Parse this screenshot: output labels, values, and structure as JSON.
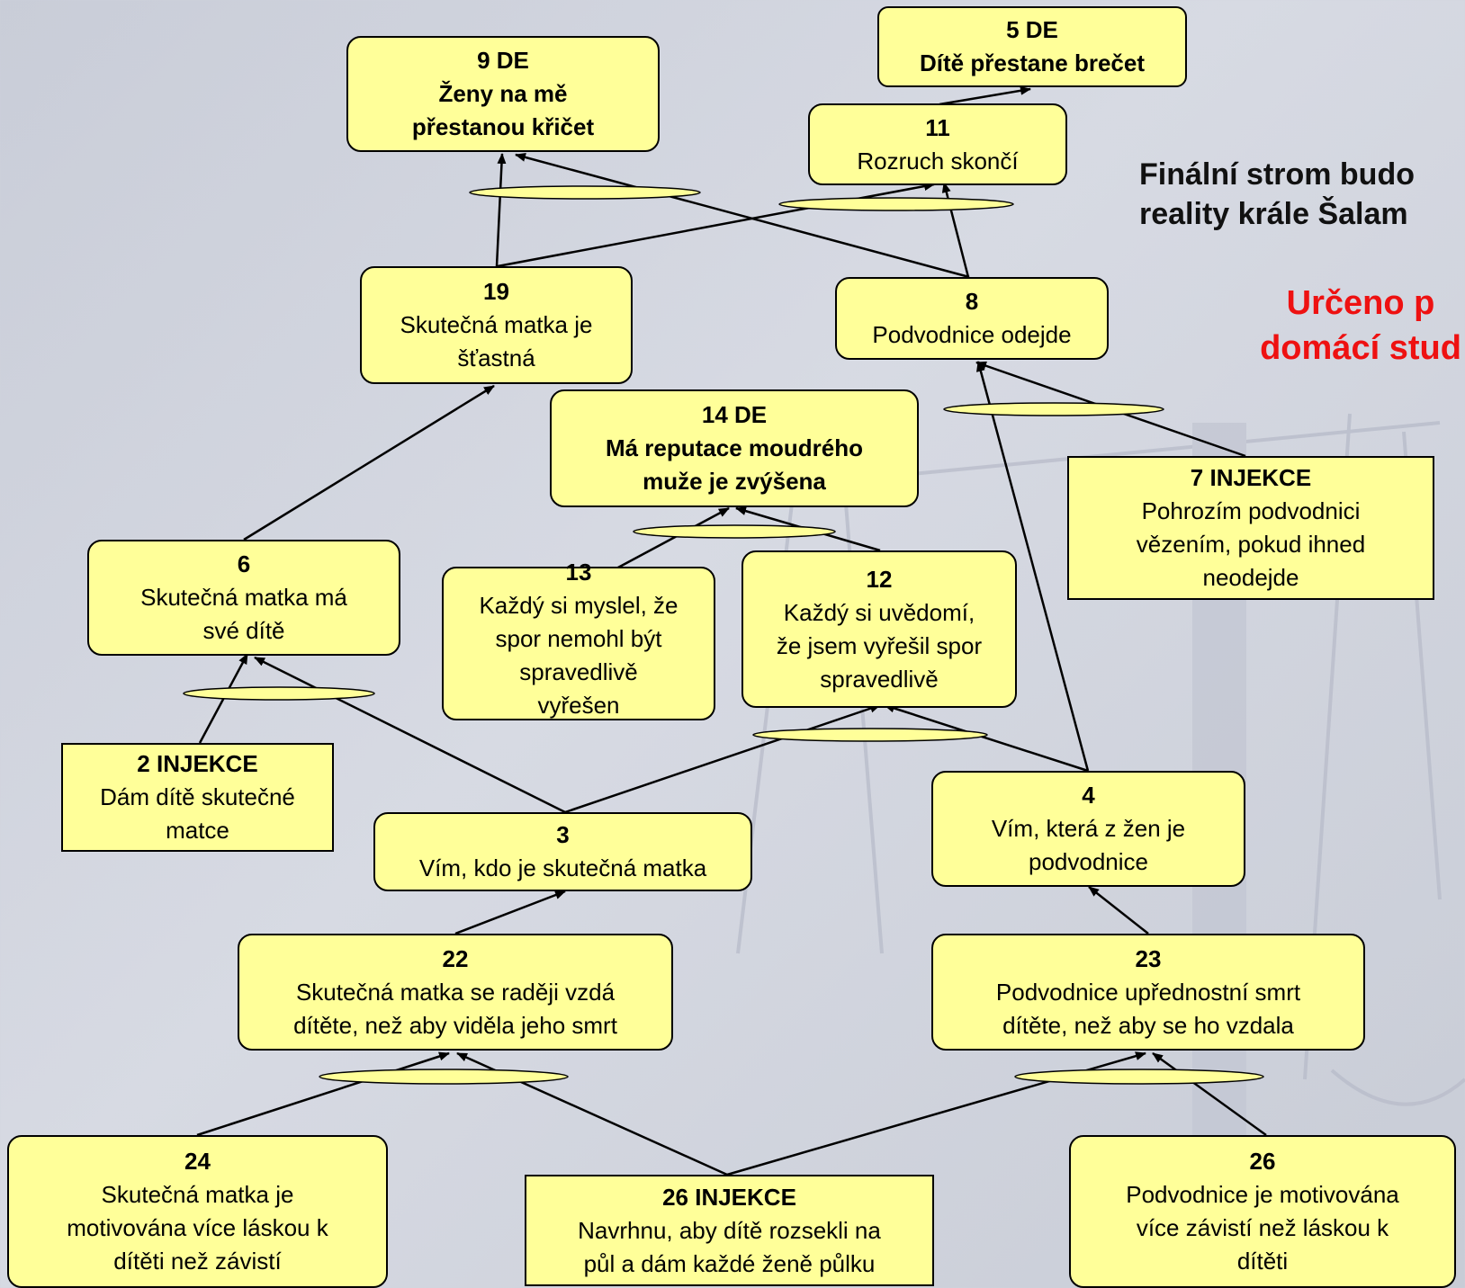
{
  "headline": "Finální strom budo\nreality krále Šalam",
  "note": "Určeno p\ndomácí stud",
  "colors": {
    "box_fill": "#ffff99",
    "note_red": "#ee1111",
    "background": "#cfd2dc"
  },
  "nodes": {
    "n9": {
      "num": "9 DE",
      "text": "Ženy na mě\npřestanou křičet"
    },
    "n5": {
      "num": "5 DE",
      "text": "Dítě přestane brečet"
    },
    "n11": {
      "num": "11",
      "text": "Rozruch skončí"
    },
    "n19": {
      "num": "19",
      "text": "Skutečná matka je\nšťastná"
    },
    "n8": {
      "num": "8",
      "text": "Podvodnice odejde"
    },
    "n14": {
      "num": "14 DE",
      "text": "Má reputace moudrého\nmuže je zvýšena"
    },
    "n7": {
      "num": "7 INJEKCE",
      "text": "Pohrozím podvodnici\nvězením, pokud ihned\nneodejde"
    },
    "n6": {
      "num": "6",
      "text": "Skutečná matka má\nsvé dítě"
    },
    "n13": {
      "num": "13",
      "text": "Každý si myslel, že\nspor nemohl být\nspravedlivě\nvyřešen"
    },
    "n12": {
      "num": "12",
      "text": "Každý si uvědomí,\nže jsem vyřešil spor\nspravedlivě"
    },
    "n2": {
      "num": "2 INJEKCE",
      "text": "Dám dítě skutečné\nmatce"
    },
    "n3": {
      "num": "3",
      "text": "Vím, kdo je skutečná matka"
    },
    "n4": {
      "num": "4",
      "text": "Vím, která z žen je\npodvodnice"
    },
    "n22": {
      "num": "22",
      "text": "Skutečná matka se raději vzdá\ndítěte, než aby viděla jeho smrt"
    },
    "n23": {
      "num": "23",
      "text": "Podvodnice upřednostní smrt\ndítěte, než aby se ho vzdala"
    },
    "n24": {
      "num": "24",
      "text": "Skutečná matka je\nmotivována více láskou k\ndítěti než závistí"
    },
    "n26i": {
      "num": "26 INJEKCE",
      "text": "Navrhnu, aby dítě rozsekli na\npůl a dám každé ženě půlku"
    },
    "n26": {
      "num": "26",
      "text": "Podvodnice je motivována\nvíce závistí než láskou k\ndítěti"
    }
  }
}
